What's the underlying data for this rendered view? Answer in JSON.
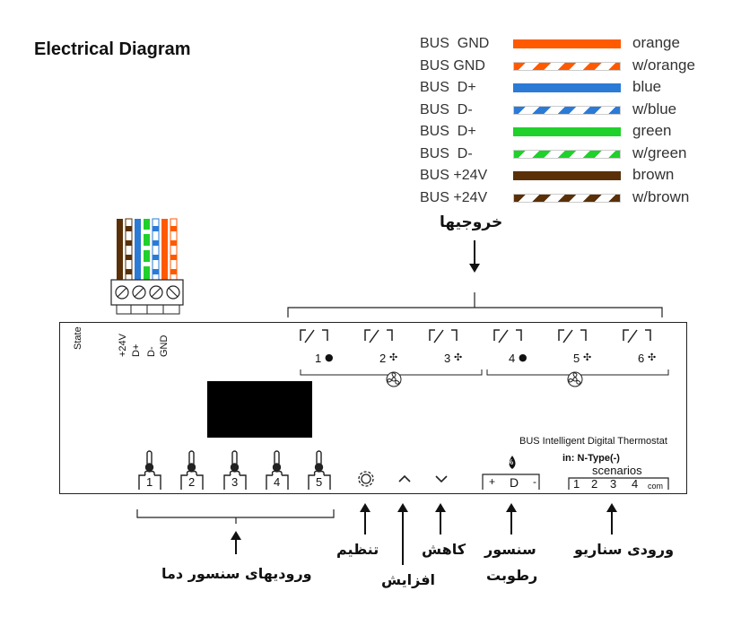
{
  "title": "Electrical Diagram",
  "legend": [
    {
      "label": "BUS  GND",
      "color_name": "orange",
      "hex": "#ff5a00",
      "striped": false
    },
    {
      "label": "BUS GND",
      "color_name": "w/orange",
      "hex": "#ff5a00",
      "striped": true
    },
    {
      "label": "BUS  D+",
      "color_name": "blue",
      "hex": "#2b7bd6",
      "striped": false
    },
    {
      "label": "BUS  D-",
      "color_name": "w/blue",
      "hex": "#2b7bd6",
      "striped": true
    },
    {
      "label": "BUS  D+",
      "color_name": "green",
      "hex": "#1fd12a",
      "striped": false
    },
    {
      "label": "BUS  D-",
      "color_name": "w/green",
      "hex": "#1fd12a",
      "striped": true
    },
    {
      "label": "BUS +24V",
      "color_name": "brown",
      "hex": "#5a3008",
      "striped": false
    },
    {
      "label": "BUS +24V",
      "color_name": "w/brown",
      "hex": "#5a3008",
      "striped": true
    }
  ],
  "outputs_label": "خروجیها",
  "device": {
    "state_label": "State",
    "terminal_labels": [
      "+24V",
      "D+",
      "D-",
      "GND"
    ],
    "relay_labels": [
      "1",
      "2",
      "3",
      "4",
      "5",
      "6"
    ],
    "product_name": "BUS Intelligent Digital Thermostat",
    "input_type": "in: N-Type(-)",
    "scenarios_label": "scenarios",
    "scenario_numbers": [
      "1",
      "2",
      "3",
      "4"
    ],
    "com_label": "com",
    "sensor_numbers": [
      "1",
      "2",
      "3",
      "4",
      "5"
    ],
    "humidity_terminals": [
      "+",
      "D",
      "-"
    ],
    "humidity_icon_text": "%"
  },
  "annotations": {
    "settings": "تنظیم",
    "increase": "افزایش",
    "decrease": "کاهش",
    "humidity_sensor_line1": "سنسور",
    "humidity_sensor_line2": "رطوبت",
    "scenario_inputs": "ورودی سناریو",
    "temp_sensor_inputs": "ورودیهای سنسور دما"
  },
  "colors": {
    "display": "#000000",
    "line": "#222222"
  }
}
